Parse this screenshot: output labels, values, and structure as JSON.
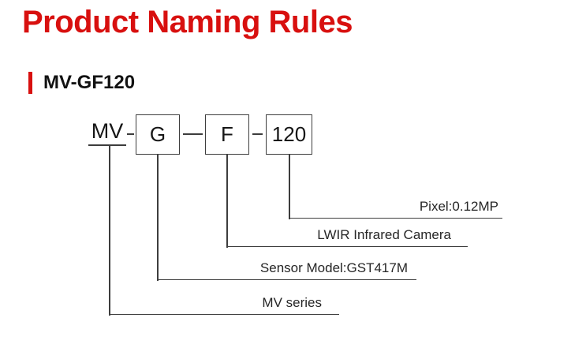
{
  "page": {
    "title": "Product Naming Rules",
    "product_name": "MV-GF120"
  },
  "colors": {
    "accent": "#d8100f",
    "line": "#3d3d3d",
    "text": "#262626"
  },
  "diagram": {
    "prefix": "MV",
    "boxes": [
      {
        "label": "G"
      },
      {
        "label": "F"
      },
      {
        "label": "120"
      }
    ],
    "callouts": [
      {
        "source": "120",
        "label": "Pixel:0.12MP"
      },
      {
        "source": "F",
        "label": "LWIR Infrared Camera"
      },
      {
        "source": "G",
        "label": "Sensor Model:GST417M"
      },
      {
        "source": "MV",
        "label": "MV series"
      }
    ]
  }
}
